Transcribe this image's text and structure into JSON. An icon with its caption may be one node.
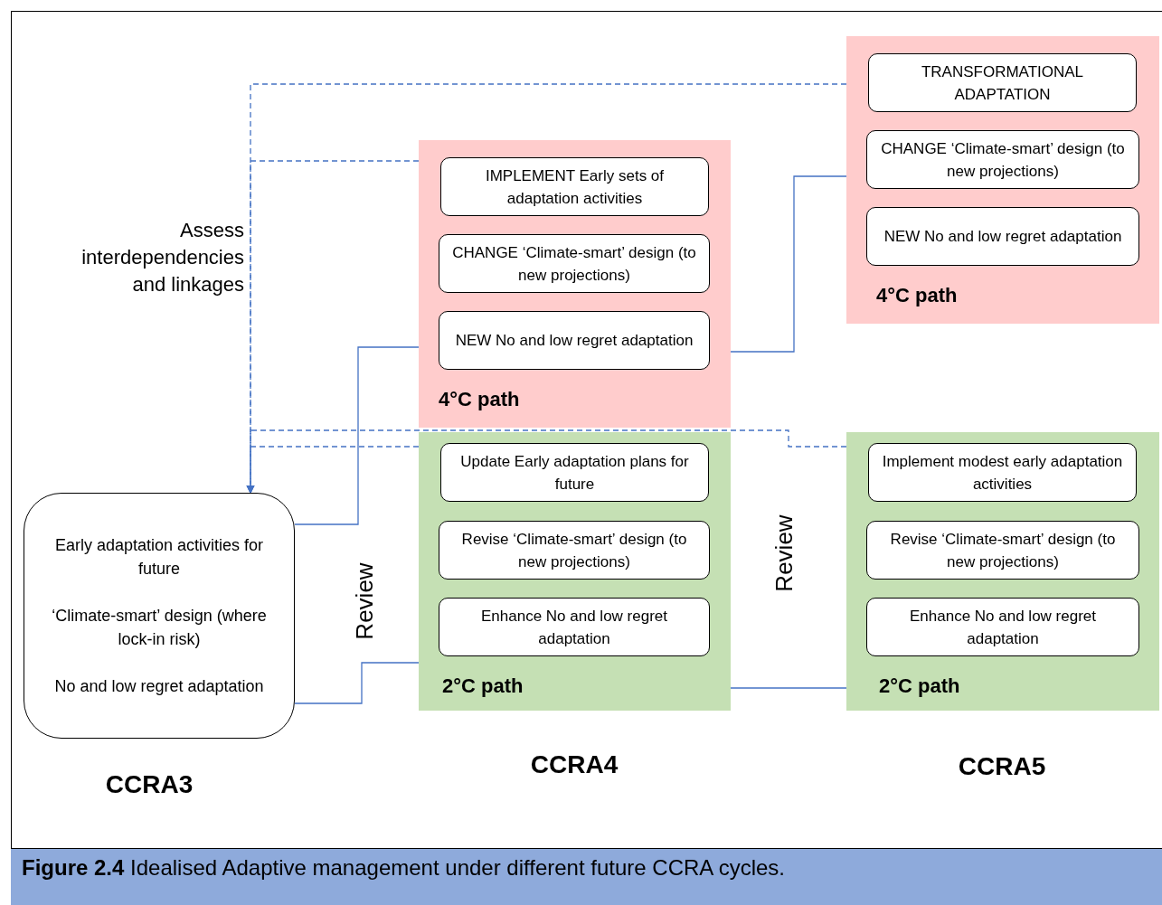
{
  "diagram": {
    "caption": "**Figure 2.4** Idealised Adaptive management under different future CCRA cycles.",
    "nodes": [
      {
        "text": [
          "Early adaptation activities for future",
          "‘Climate-smart’ design (where lock-in risk)",
          "No and low regret adaptation"
        ]
      },
      {
        "text": [
          "4°C path"
        ]
      },
      {
        "text": [
          "IMPLEMENT Early sets of adaptation activities"
        ],
        "in": 1
      },
      {
        "text": [
          "CHANGE ‘Climate-smart’ design (to new projections)"
        ],
        "in": 1
      },
      {
        "text": [
          "NEW No and low regret adaptation"
        ],
        "in": 1
      },
      {
        "text": [
          "2°C path"
        ]
      },
      {
        "text": [
          "Update Early adaptation plans for future"
        ],
        "in": 5
      },
      {
        "text": [
          "Revise ‘Climate-smart’ design (to new projections)"
        ],
        "in": 5
      },
      {
        "text": [
          "Enhance No and low regret adaptation"
        ],
        "in": 5
      },
      {
        "text": [
          "4°C path"
        ]
      },
      {
        "text": [
          "TRANSFORMATIONAL ADAPTATION"
        ],
        "in": 9
      },
      {
        "text": [
          "CHANGE ‘Climate-smart’ design (to new projections)"
        ],
        "in": 9
      },
      {
        "text": [
          "NEW No and low regret adaptation"
        ],
        "in": 9
      },
      {
        "text": [
          "2°C path"
        ]
      },
      {
        "text": [
          "Implement modest early adaptation activities"
        ],
        "in": 13
      },
      {
        "text": [
          "Revise ‘Climate-smart’ design (to new projections)"
        ],
        "in": 13
      },
      {
        "text": [
          "Enhance No and low regret adaptation"
        ],
        "in": 13
      }
    ],
    "edges": [
      {
        "from": 9,
        "to": 0,
        "arrow": "to",
        "style": "dashed"
      },
      {
        "from": 1,
        "to": 0,
        "arrow": "to",
        "style": "dashed"
      },
      {
        "from": 13,
        "to": 0,
        "arrow": "to",
        "style": "dashed"
      },
      {
        "from": 5,
        "to": 0,
        "arrow": "to",
        "style": "dashed"
      },
      {
        "from": 0,
        "to": 1,
        "arrow": "none"
      },
      {
        "from": 0,
        "to": 5,
        "arrow": "none"
      },
      {
        "from": 1,
        "to": 9,
        "arrow": "none"
      },
      {
        "from": 5,
        "to": 13,
        "arrow": "none"
      }
    ],
    "labels": [
      "Assess interdependencies and linkages",
      "Review",
      "Review",
      "CCRA3",
      "CCRA4",
      "CCRA5"
    ]
  }
}
